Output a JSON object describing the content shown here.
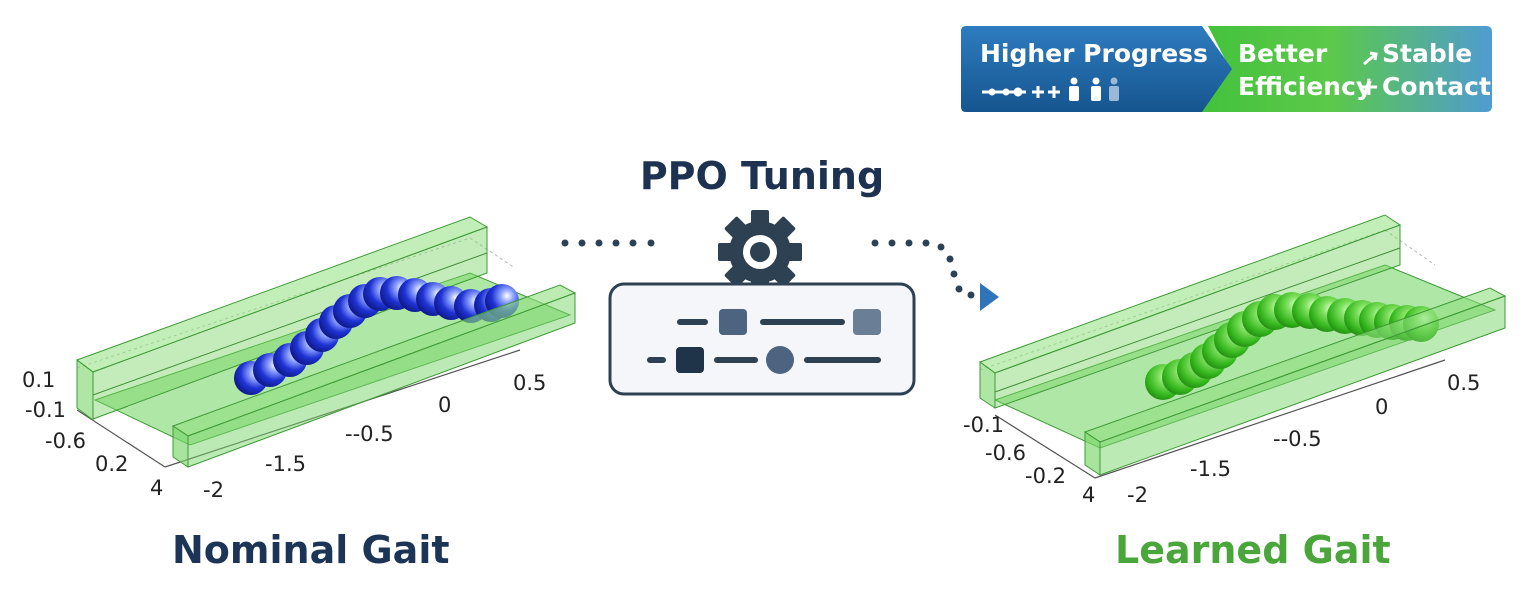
{
  "banner": {
    "left_text": "Higher Progress",
    "right_line1_a": "Better",
    "right_line1_b": "Stable",
    "right_line2_a": "Efficiency",
    "right_line2_b": "Contact",
    "plus_glyph": "+",
    "colors": {
      "blue": "#1f66a5",
      "green": "#4fc245"
    }
  },
  "center": {
    "title": "PPO Tuning",
    "icon": "gear-icon",
    "colors": {
      "gear": "#2d4152",
      "title": "#1c3250",
      "arrow": "#2f74b8"
    }
  },
  "left_plot": {
    "label": "Nominal Gait",
    "label_color": "#1c3557",
    "ticks": [
      "0.1",
      "-0.1",
      "-0.6",
      "0.2",
      "4",
      "-2",
      "-1.5",
      "--0.5",
      "0",
      "0.5"
    ],
    "snake_color": "#1428c8"
  },
  "right_plot": {
    "label": "Learned Gait",
    "label_color": "#4aa63a",
    "ticks": [
      "-0.1",
      "-0.6",
      "-0.2",
      "4",
      "-2",
      "-1.5",
      "--0.5",
      "0",
      "0.5"
    ],
    "snake_color": "#3fbf2a"
  }
}
